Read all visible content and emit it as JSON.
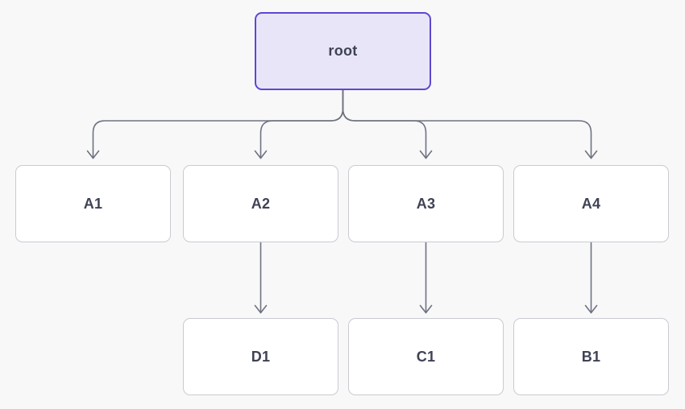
{
  "diagram": {
    "type": "tree-flowchart",
    "nodes": [
      {
        "id": "root",
        "label": "root",
        "variant": "highlighted"
      },
      {
        "id": "A1",
        "label": "A1",
        "variant": "default"
      },
      {
        "id": "A2",
        "label": "A2",
        "variant": "default"
      },
      {
        "id": "A3",
        "label": "A3",
        "variant": "default"
      },
      {
        "id": "A4",
        "label": "A4",
        "variant": "default"
      },
      {
        "id": "D1",
        "label": "D1",
        "variant": "default"
      },
      {
        "id": "C1",
        "label": "C1",
        "variant": "default"
      },
      {
        "id": "B1",
        "label": "B1",
        "variant": "default"
      }
    ],
    "edges": [
      {
        "from": "root",
        "to": "A1"
      },
      {
        "from": "root",
        "to": "A2"
      },
      {
        "from": "root",
        "to": "A3"
      },
      {
        "from": "root",
        "to": "A4"
      },
      {
        "from": "A2",
        "to": "D1"
      },
      {
        "from": "A3",
        "to": "C1"
      },
      {
        "from": "A4",
        "to": "B1"
      }
    ],
    "colors": {
      "background": "#f8f8f9",
      "root_fill": "#e9e5f8",
      "root_border": "#5b49d2",
      "node_fill": "#ffffff",
      "node_border": "#c9cbd2",
      "edge_stroke": "#6e7380",
      "label_text": "#3f4254"
    }
  }
}
